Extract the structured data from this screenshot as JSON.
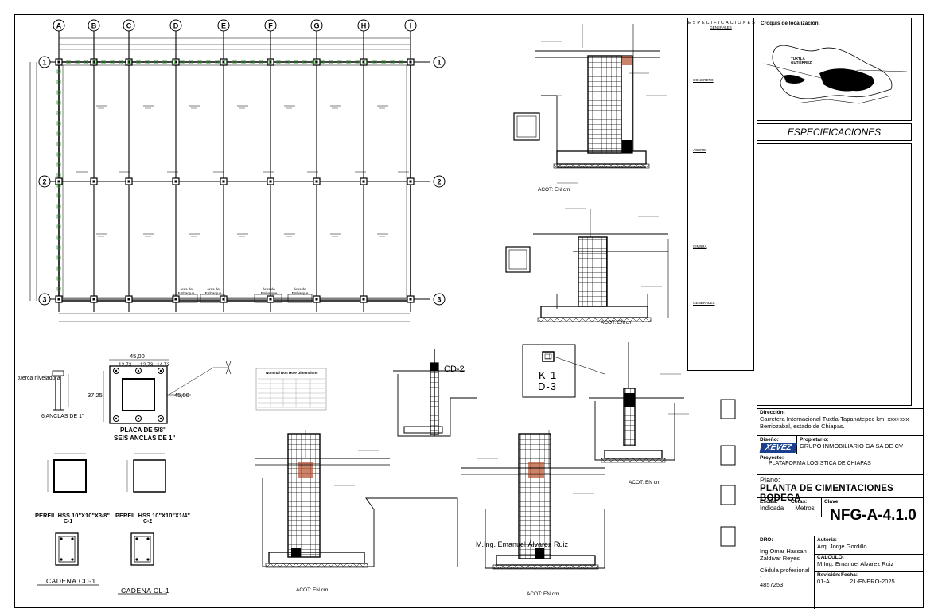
{
  "grid": {
    "columns": [
      "A",
      "B",
      "C",
      "D",
      "E",
      "F",
      "G",
      "H",
      "I"
    ],
    "rows": [
      "1",
      "2",
      "3"
    ]
  },
  "plan_notes": {
    "areas": [
      "Área de Embarque",
      "Área de Embarque",
      "Área de Embarque",
      "Área de Embarque"
    ]
  },
  "plate": {
    "top_dim": "45,00",
    "sub_dims": [
      "12,73",
      "12,73",
      "14,73"
    ],
    "side_dim": "37,25",
    "right_dim": "45,00",
    "caption_1": "PLACA DE 5/8\"",
    "caption_2": "SEIS ANCLAS DE 1\""
  },
  "anchor": {
    "label_top": "tuerca niveladora",
    "label_bottom": "6 ANCLAS DE 1\""
  },
  "profiles": [
    {
      "title": "PERFIL HSS 10\"X10\"X3/8\"",
      "code": "C-1"
    },
    {
      "title": "PERFIL HSS 10\"X10\"X1/4\"",
      "code": "C-2"
    }
  ],
  "cadenas": [
    {
      "title": "CADENA CD-1"
    },
    {
      "title": "CADENA CL-1"
    }
  ],
  "labels": {
    "cd2": "CD-2",
    "k1": "K-1",
    "d3": "D-3",
    "acot": "ACOT: EN  cm",
    "signature": "M.Ing. Emanuel Álvarez Ruiz"
  },
  "bolt_table": {
    "title": "Nominal Bolt Hole Dimensions"
  },
  "specs": {
    "header": "ESPECIFICACIONES",
    "sub": "GENERALES",
    "sections": [
      "CONCRETO",
      "ACERO",
      "CIMBRA",
      "GENERALES"
    ]
  },
  "location": {
    "label": "Croquis de localización:",
    "city_label": "TUXTLA GUTIÉRREZ"
  },
  "title_block": {
    "direccion_label": "Dirección:",
    "direccion": "Carretera Internacional Tuxtla-Tapanatepec km. xxx+xxx Berriozabal, estado de Chiapas.",
    "diseno_label": "Diseño:",
    "diseno_logo": "XEVEZ",
    "propietario_label": "Propietario:",
    "propietario": "GRUPO INMOBILIARIO GA SA DE CV",
    "proyecto_label": "Proyecto:",
    "proyecto": "PLATAFORMA LOGISTICA DE CHIAPAS",
    "plano_label": "Plano:",
    "plano": "PLANTA DE CIMENTACIONES BODEGA",
    "escala_label": "Escala:",
    "escala": "Indicada",
    "cotas_label": "Cotas:",
    "cotas": "Metros",
    "clave_label": "Clave:",
    "clave": "NFG-A-4.1.0",
    "dro_label": "DRO:",
    "dro_1": "Ing.Omar Hassan",
    "dro_2": "Zaldivar Reyes",
    "cedula_label": "Cédula profesional :",
    "cedula": "4857253",
    "autoria_label": "Autoría:",
    "autoria": "Arq. Jorge Gordillo",
    "calculo_label": "CALCULO:",
    "calculo": "M.Ing. Emanuel Alvarez Ruiz",
    "revision_label": "Revisión:",
    "revision": "01-A",
    "fecha_label": "Fecha:",
    "fecha": "21-ENERO-2025"
  },
  "colors": {
    "line": "#000000",
    "accent_green": "#3a9a3a",
    "hatch_red": "#b5502a",
    "logo_blue": "#1a3f8f"
  }
}
